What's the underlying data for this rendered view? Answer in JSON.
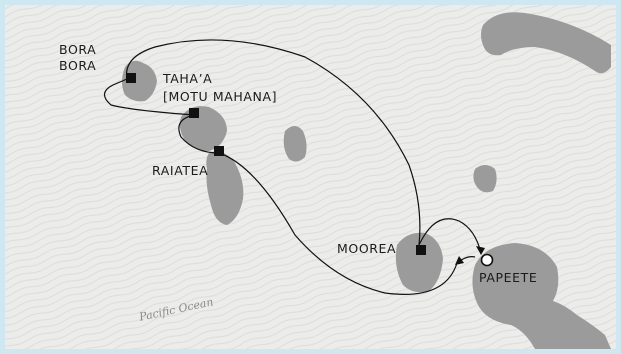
{
  "map": {
    "ocean_label": "Pacific Ocean",
    "ports": [
      {
        "id": "bora-bora",
        "label_line1": "BORA",
        "label_line2": "BORA"
      },
      {
        "id": "tahaa",
        "label_line1": "TAHA’A",
        "label_line2": "[MOTU MAHANA]"
      },
      {
        "id": "raiatea",
        "label": "RAIATEA"
      },
      {
        "id": "moorea",
        "label": "MOOREA"
      },
      {
        "id": "papeete",
        "label": "PAPEETE"
      }
    ],
    "colors": {
      "sea": "#ececeb",
      "sea_lines": "#dcdcdb",
      "land": "#9b9b9b",
      "frame": "#cfe7f1",
      "route": "#111111",
      "marker": "#111111"
    }
  }
}
